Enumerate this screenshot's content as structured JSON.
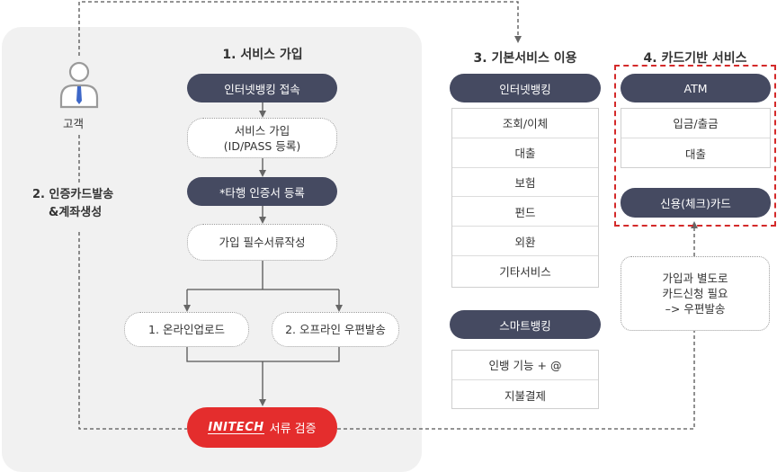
{
  "customer": {
    "label": "고객",
    "icon": "user-icon"
  },
  "step2": {
    "line1": "2. 인증카드발송",
    "line2": "&계좌생성"
  },
  "step1": {
    "title": "1. 서비스 가입",
    "internet_banking_connect": "인터넷뱅킹 접속",
    "service_join_line1": "서비스 가입",
    "service_join_line2": "(ID/PASS 등록)",
    "other_cert_register": "*타행 인증서 등록",
    "required_docs": "가입 필수서류작성",
    "online_upload": "1. 온라인업로드",
    "offline_mail": "2. 오프라인 우편발송",
    "verify_logo": "INITECH",
    "verify_label": "서류 검증"
  },
  "step3": {
    "title": "3. 기본서비스 이용",
    "internet_banking": {
      "header": "인터넷뱅킹",
      "items": [
        "조회/이체",
        "대출",
        "보험",
        "펀드",
        "외환",
        "기타서비스"
      ]
    },
    "smart_banking": {
      "header": "스마트뱅킹",
      "items": [
        "인뱅 기능 + @",
        "지불결제"
      ]
    }
  },
  "step4": {
    "title": "4. 카드기반 서비스",
    "atm": {
      "header": "ATM",
      "items": [
        "입금/출금",
        "대출"
      ]
    },
    "credit_card": "신용(체크)카드",
    "note_line1": "가입과 별도로",
    "note_line2": "카드신청 필요",
    "note_line3": "–> 우편발송"
  },
  "colors": {
    "dark_pill": "#454a61",
    "verify_red": "#e42d2d",
    "panel_bg": "#f1f1f1",
    "frame_red": "#d42a2a"
  }
}
